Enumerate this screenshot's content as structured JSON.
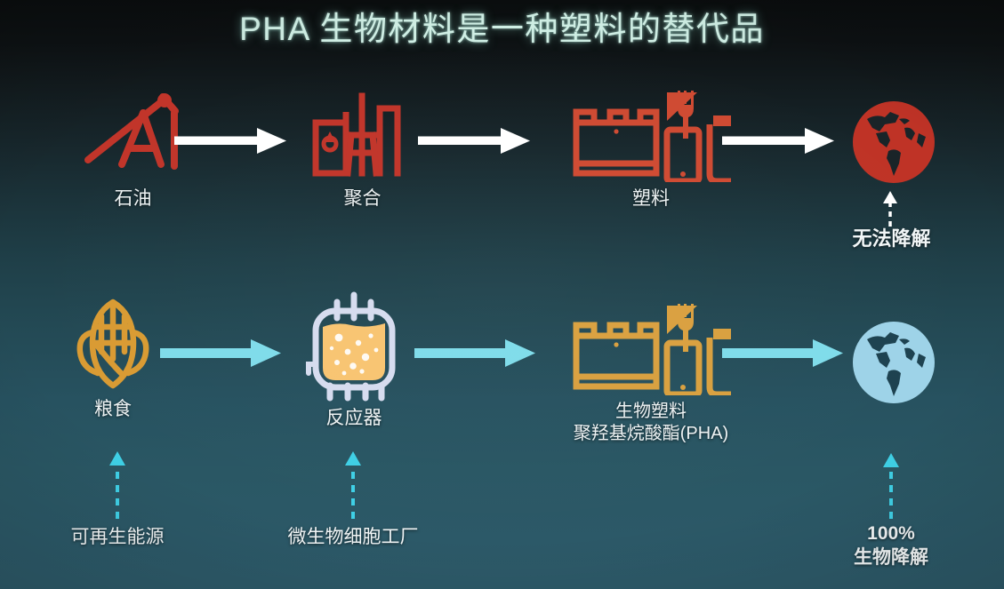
{
  "title": "PHA 生物材料是一种塑料的替代品",
  "colors": {
    "title": "#cfeee4",
    "fossil_accent": "#c1352a",
    "bio_accent": "#d99b33",
    "arrow_top": "#ffffff",
    "arrow_bottom": "#7fdcea",
    "globe_fossil": "#bf3326",
    "globe_bio": "#9ed3e8",
    "label": "#eef3f4",
    "bg_top": "#0a0d0e",
    "bg_bottom": "#2d5a69"
  },
  "rows": {
    "fossil": {
      "name": "fossil-route",
      "arrow_color": "#ffffff",
      "nodes": [
        {
          "id": "oil",
          "icon": "oil-pumpjack-icon",
          "label": "石油"
        },
        {
          "id": "polymer",
          "icon": "refinery-icon",
          "label": "聚合"
        },
        {
          "id": "plastic",
          "icon": "plastic-goods-icon",
          "label": "塑料"
        },
        {
          "id": "earth",
          "icon": "globe-icon",
          "label": ""
        }
      ],
      "callout": {
        "text": "无法降解",
        "arrow_color": "#ffffff"
      }
    },
    "bio": {
      "name": "bio-route",
      "arrow_color": "#7fdcea",
      "nodes": [
        {
          "id": "grain",
          "icon": "corn-icon",
          "label": "粮食"
        },
        {
          "id": "reactor",
          "icon": "bioreactor-icon",
          "label": "反应器"
        },
        {
          "id": "bioplastic",
          "icon": "bioplastic-goods-icon",
          "label_line1": "生物塑料",
          "label_line2": "聚羟基烷酸酯(PHA)"
        },
        {
          "id": "earth",
          "icon": "globe-icon",
          "label": ""
        }
      ],
      "callouts": [
        {
          "id": "renewable",
          "text": "可再生能源",
          "arrow_color": "#3fd0e6"
        },
        {
          "id": "cellfab",
          "text": "微生物细胞工厂",
          "arrow_color": "#3fd0e6"
        },
        {
          "id": "degrade",
          "line1": "100%",
          "line2": "生物降解",
          "arrow_color": "#3fd0e6"
        }
      ]
    }
  }
}
